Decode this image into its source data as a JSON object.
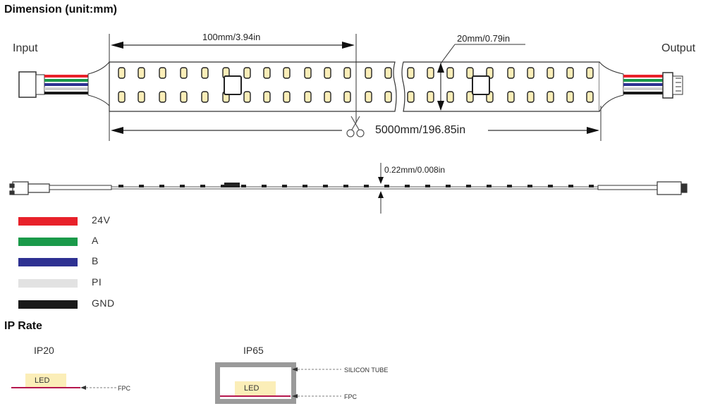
{
  "headings": {
    "dimension": "Dimension (unit:mm)",
    "ip_rate": "IP Rate"
  },
  "strip": {
    "input_label": "Input",
    "output_label": "Output",
    "segment_length": "100mm/3.94in",
    "width": "20mm/0.79in",
    "total_length": "5000mm/196.85in",
    "thickness": "0.22mm/0.008in"
  },
  "wires": [
    {
      "label": "24V",
      "color": "#e8212a"
    },
    {
      "label": "A",
      "color": "#1a9a4a"
    },
    {
      "label": "B",
      "color": "#2e3192"
    },
    {
      "label": "PI",
      "color": "#e2e2e2"
    },
    {
      "label": "GND",
      "color": "#1a1a1a"
    }
  ],
  "ip": {
    "ip20": {
      "title": "IP20",
      "led": "LED",
      "fpc": "FPC"
    },
    "ip65": {
      "title": "IP65",
      "led": "LED",
      "tube": "SILICON TUBE",
      "fpc": "FPC"
    }
  },
  "colors": {
    "led_fill": "#fbeeb8",
    "fpc_line": "#b5174e",
    "tube": "#9a9a9a"
  }
}
